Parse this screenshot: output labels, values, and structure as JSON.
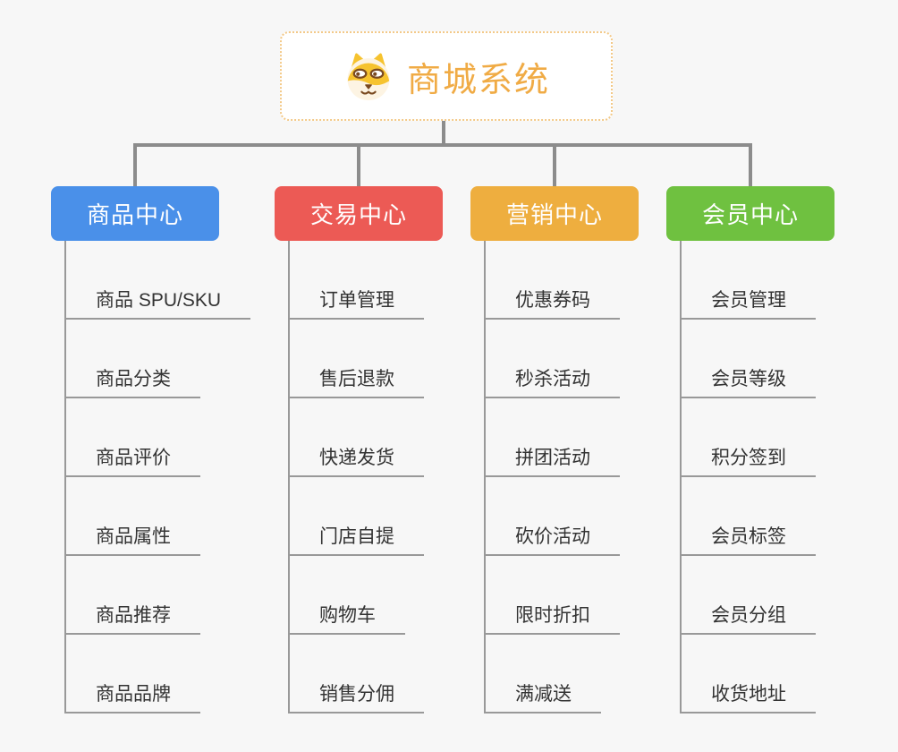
{
  "root": {
    "title": "商城系统",
    "icon": "dog-face-icon",
    "accent_color": "#f0ab45",
    "border_color": "#f3c988"
  },
  "connector_color": "#8c8c8c",
  "branches": [
    {
      "label": "商品中心",
      "color": "#4a90e9",
      "items": [
        "商品 SPU/SKU",
        "商品分类",
        "商品评价",
        "商品属性",
        "商品推荐",
        "商品品牌"
      ]
    },
    {
      "label": "交易中心",
      "color": "#ec5a55",
      "items": [
        "订单管理",
        "售后退款",
        "快递发货",
        "门店自提",
        "购物车",
        "销售分佣"
      ]
    },
    {
      "label": "营销中心",
      "color": "#eeae3f",
      "items": [
        "优惠券码",
        "秒杀活动",
        "拼团活动",
        "砍价活动",
        "限时折扣",
        "满减送"
      ]
    },
    {
      "label": "会员中心",
      "color": "#6fc140",
      "items": [
        "会员管理",
        "会员等级",
        "积分签到",
        "会员标签",
        "会员分组",
        "收货地址"
      ]
    }
  ]
}
